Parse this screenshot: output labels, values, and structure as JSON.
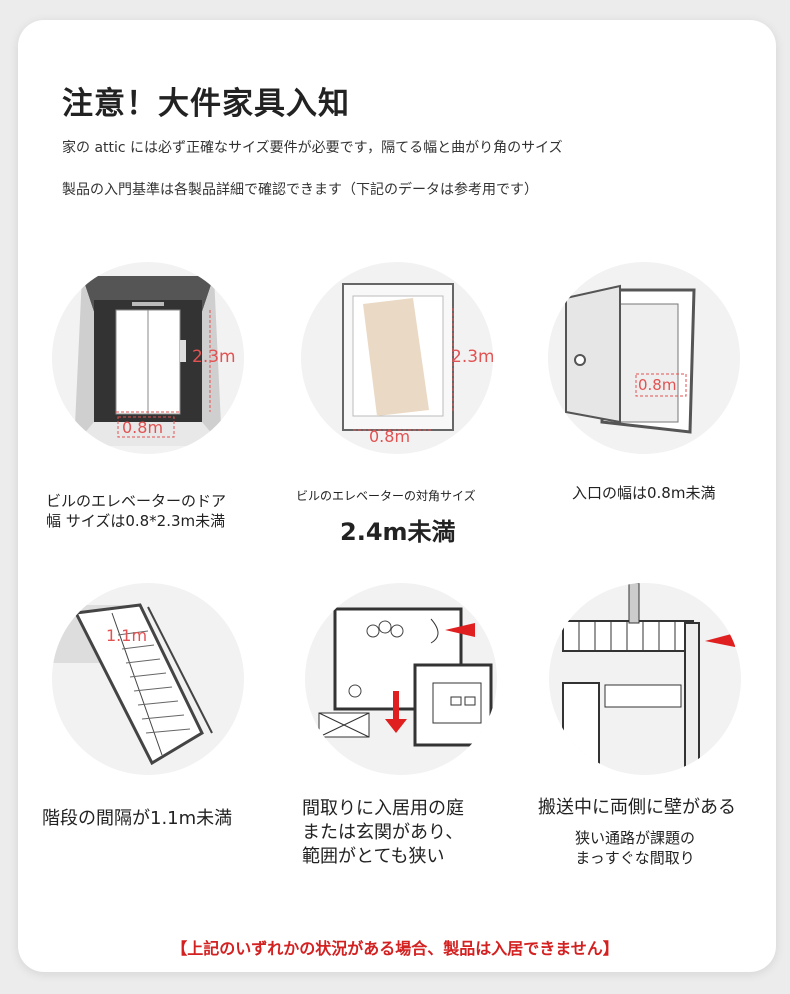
{
  "header": {
    "title": "注意！大件家具入知",
    "line1": "家の attic には必ず正確なサイズ要件が必要です，隔てる幅と曲がり角のサイズ",
    "line2": "製品の入門基準は各製品詳細で確認できます（下記のデータは参考用です）"
  },
  "items": [
    {
      "caption": [
        "ビルのエレベーターのドア",
        "幅 サイズは0.8*2.3m未満"
      ],
      "dims": [
        "2.3m",
        "0.8m"
      ]
    },
    {
      "caption": [
        "ビルのエレベーターの対角サイズ",
        "2.4m未満"
      ],
      "dims": [
        "2.3m",
        "0.8m"
      ]
    },
    {
      "caption": [
        "入口の幅は0.8m未満"
      ],
      "dims": [
        "0.8m"
      ]
    },
    {
      "caption": [
        "階段の間隔が1.1m未満"
      ],
      "dims": [
        "1.1m"
      ]
    },
    {
      "caption": [
        "間取りに入居用の庭",
        "または玄関があり、",
        "範囲がとても狭い"
      ]
    },
    {
      "caption": [
        "搬送中に両側に壁がある",
        "狭い通路が課題の",
        "まっすぐな間取り"
      ]
    }
  ],
  "footer": {
    "warning": "【上記のいずれかの状況がある場合、製品は入居できません】"
  },
  "colors": {
    "accent": "#e25252",
    "warning": "#d32020",
    "background": "#ececec"
  }
}
